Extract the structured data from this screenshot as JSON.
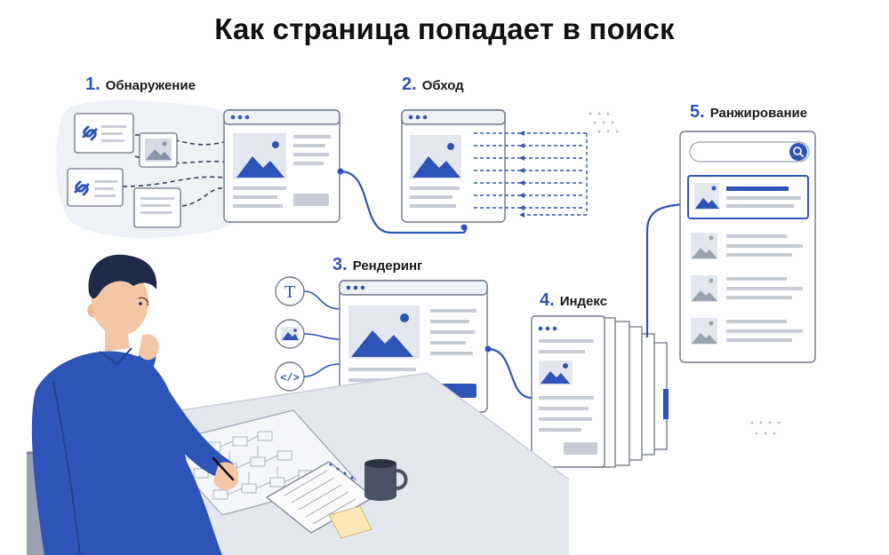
{
  "title": "Как страница попадает в поиск",
  "colors": {
    "accent": "#2f54b8",
    "line": "#6f7787",
    "panel": "#ffffff",
    "bar": "#c7ccd6",
    "blob": "#eef1f6"
  },
  "steps": [
    {
      "number": "1.",
      "label": "Обнаружение"
    },
    {
      "number": "2.",
      "label": "Обход"
    },
    {
      "number": "3.",
      "label": "Рендеринг"
    },
    {
      "number": "4.",
      "label": "Индекс"
    },
    {
      "number": "5.",
      "label": "Ранжирование"
    }
  ],
  "icons": {
    "link": "link-icon",
    "image": "image-icon",
    "text": "text-icon",
    "code": "code-icon",
    "search": "search-icon"
  },
  "render_inputs": [
    "T",
    "</>"
  ]
}
